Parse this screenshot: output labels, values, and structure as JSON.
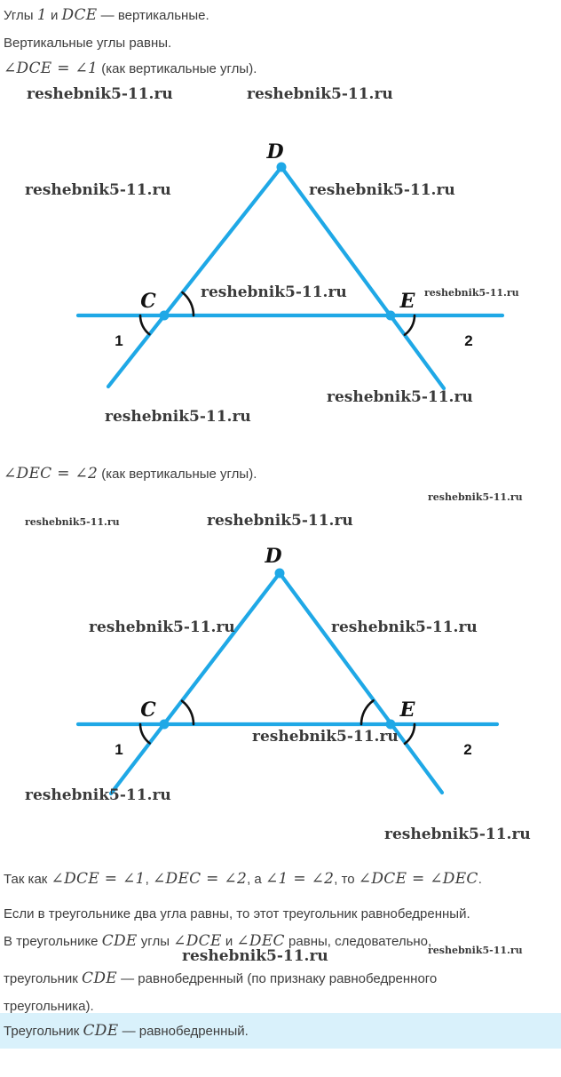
{
  "colors": {
    "accent": "#1fa8e6",
    "text": "#3d3d3d",
    "watermark": "#3a3a3a",
    "highlight_bg": "#d9f1fb",
    "figure_marks": "#111111"
  },
  "watermark": {
    "text": "reshebnik5-11.ru"
  },
  "figure": {
    "vertex_top": "D",
    "vertex_left": "C",
    "vertex_right": "E",
    "angle_left": "1",
    "angle_right": "2"
  },
  "content": {
    "p1": {
      "segments": [
        {
          "style": "text",
          "value": "Углы "
        },
        {
          "style": "math",
          "value": "1"
        },
        {
          "style": "text",
          "value": " и "
        },
        {
          "style": "math",
          "value": "DCE"
        },
        {
          "style": "text",
          "value": " — вертикальные."
        }
      ]
    },
    "p2": {
      "segments": [
        {
          "style": "text",
          "value": "Вертикальные углы равны."
        }
      ]
    },
    "p3": {
      "segments": [
        {
          "style": "math",
          "value": "∠DCE = ∠1"
        },
        {
          "style": "text",
          "value": " (как вертикальные углы)."
        }
      ]
    },
    "p4": {
      "segments": [
        {
          "style": "math",
          "value": "∠DEC = ∠2"
        },
        {
          "style": "text",
          "value": " (как вертикальные углы)."
        }
      ]
    },
    "p5": {
      "segments": [
        {
          "style": "text",
          "value": "Так как "
        },
        {
          "style": "math",
          "value": "∠DCE = ∠1"
        },
        {
          "style": "text",
          "value": ", "
        },
        {
          "style": "math",
          "value": "∠DEC = ∠2"
        },
        {
          "style": "text",
          "value": ", а "
        },
        {
          "style": "math",
          "value": "∠1 = ∠2"
        },
        {
          "style": "text",
          "value": ", то "
        },
        {
          "style": "math",
          "value": "∠DCE = ∠DEC"
        },
        {
          "style": "text",
          "value": "."
        }
      ]
    },
    "p6": {
      "segments": [
        {
          "style": "text",
          "value": "Если в треугольнике два угла равны, то этот треугольник равнобедренный."
        }
      ]
    },
    "p7a": {
      "segments": [
        {
          "style": "text",
          "value": "В треугольнике "
        },
        {
          "style": "math",
          "value": "CDE"
        },
        {
          "style": "text",
          "value": " углы "
        },
        {
          "style": "math",
          "value": "∠DCE"
        },
        {
          "style": "text",
          "value": " и "
        },
        {
          "style": "math",
          "value": "∠DEC"
        },
        {
          "style": "text",
          "value": " равны, следовательно,"
        }
      ]
    },
    "p7b": {
      "segments": [
        {
          "style": "text",
          "value": "треугольник "
        },
        {
          "style": "math",
          "value": "CDE"
        },
        {
          "style": "text",
          "value": " — равнобедренный (по признаку равнобедренного"
        }
      ]
    },
    "p7c": {
      "segments": [
        {
          "style": "text",
          "value": "треугольника)."
        }
      ]
    },
    "p8": {
      "segments": [
        {
          "style": "text",
          "value": "Треугольник "
        },
        {
          "style": "math",
          "value": "CDE"
        },
        {
          "style": "text",
          "value": " — равнобедренный."
        }
      ]
    }
  }
}
